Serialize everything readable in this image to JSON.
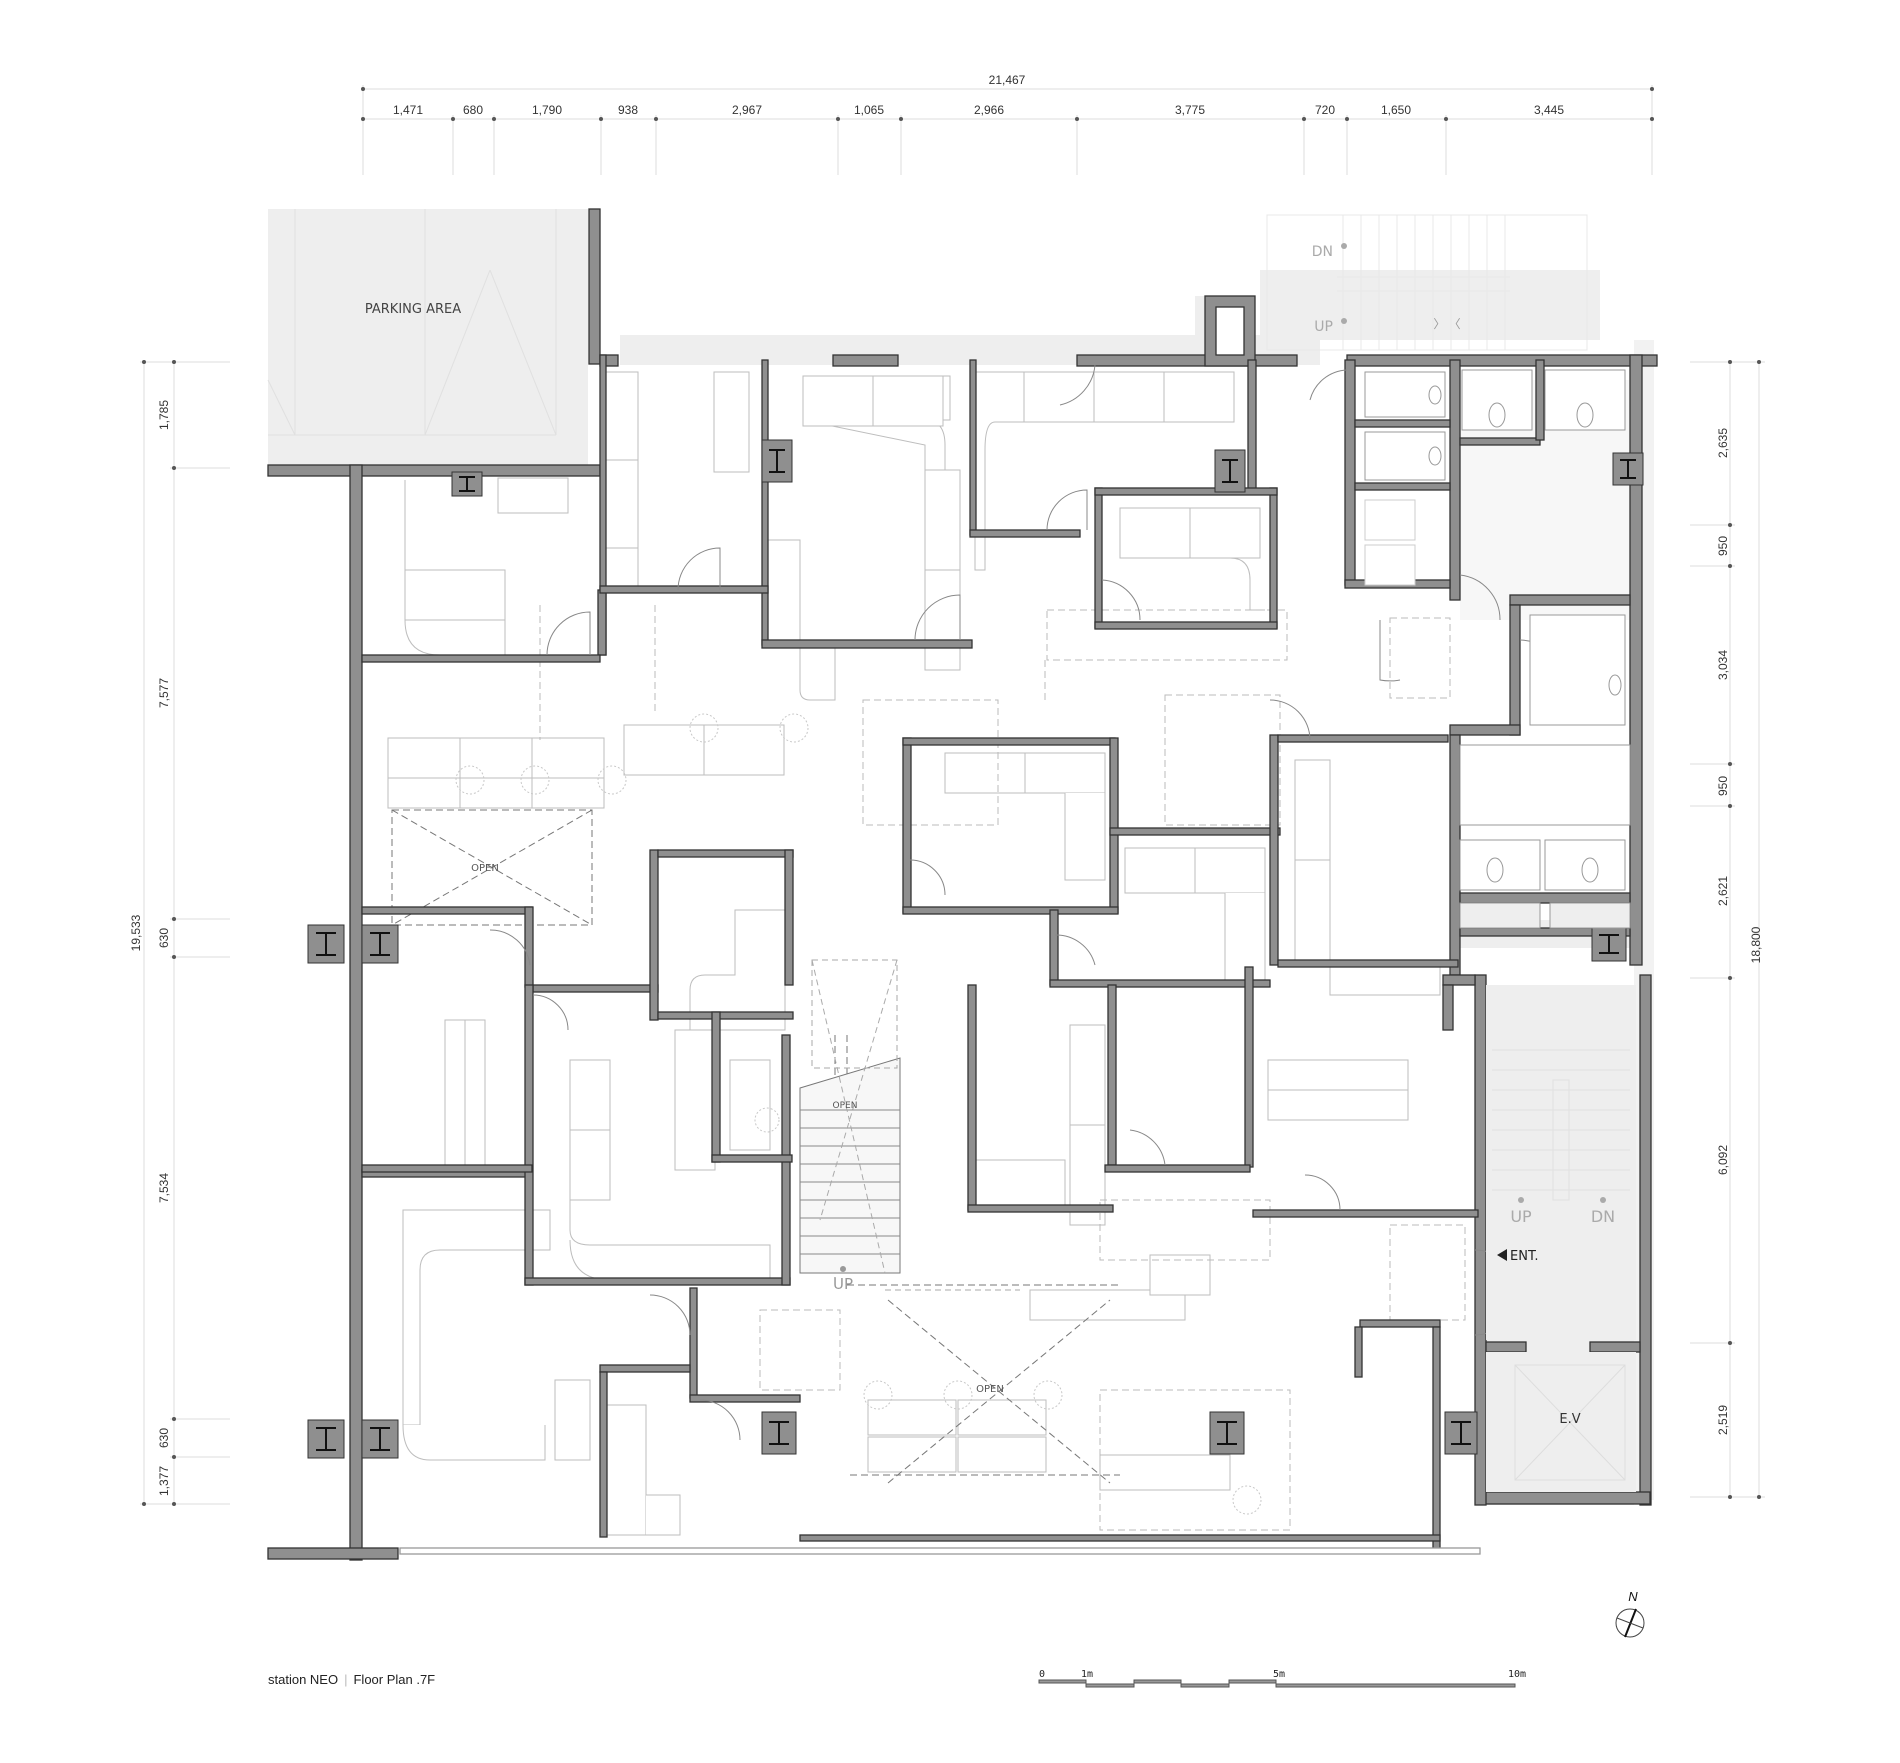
{
  "title": {
    "project": "station NEO",
    "separator": "|",
    "plan": "Floor Plan .7F"
  },
  "dimensions": {
    "top_total": "21,467",
    "top_segments": [
      "1,471",
      "680",
      "1,790",
      "938",
      "2,967",
      "1,065",
      "2,966",
      "3,775",
      "720",
      "1,650",
      "3,445"
    ],
    "left_total": "19,533",
    "left_segments": [
      "1,785",
      "7,577",
      "630",
      "7,534",
      "630",
      "1,377"
    ],
    "right_total": "18,800",
    "right_segments": [
      "2,635",
      "950",
      "3,034",
      "950",
      "2,621",
      "6,092",
      "2,519"
    ]
  },
  "labels": {
    "parking": "PARKING AREA",
    "open_1": "OPEN",
    "open_2": "OPEN",
    "open_3": "OPEN",
    "stair_top_dn": "DN",
    "stair_top_up": "UP",
    "stair_center_up": "UP",
    "stair_right_up": "UP",
    "stair_right_dn": "DN",
    "entrance": "ENT.",
    "elevator": "E.V"
  },
  "north_arrow": {
    "label": "N"
  },
  "scale_bar": {
    "ticks": [
      "0",
      "1m",
      "5m",
      "10m"
    ]
  },
  "colors": {
    "wall": "#8c8c8c",
    "wall_outline": "#333333",
    "shaded_area": "#eeeeee",
    "furniture": "#b5b5b5",
    "dim_line": "#dddddd"
  }
}
